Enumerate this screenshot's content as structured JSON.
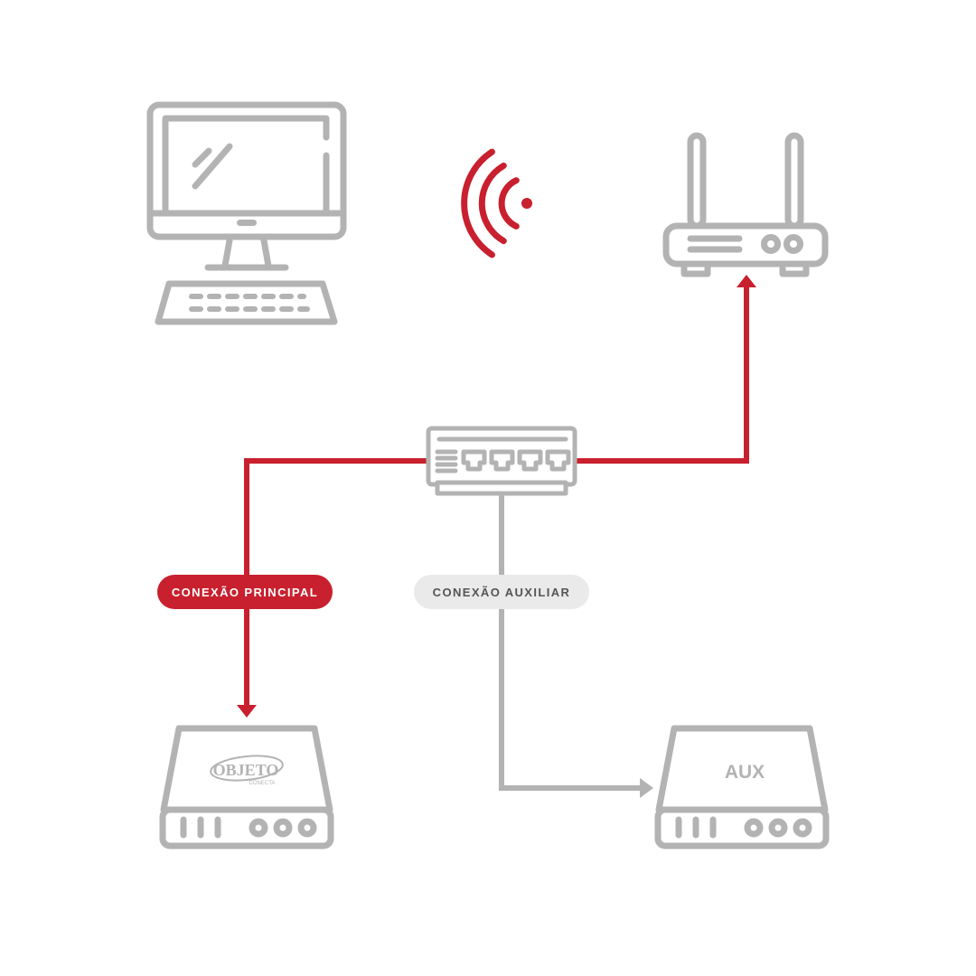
{
  "colors": {
    "gray": "#b3b3b3",
    "red": "#c8202e",
    "badge_gray_bg": "#eaeaea",
    "badge_gray_text": "#555555",
    "white": "#ffffff"
  },
  "labels": {
    "main_connection": "CONEXÃO PRINCIPAL",
    "aux_connection": "CONEXÃO AUXILIAR",
    "aux_device": "AUX",
    "logo_main": "OBJETO",
    "logo_sub": "CONECTA"
  },
  "icons": {
    "computer": "desktop-computer-icon",
    "wifi": "wifi-signal-icon",
    "router": "wifi-router-icon",
    "switch": "network-switch-icon",
    "main_device": "main-device-icon",
    "aux_device": "aux-device-icon"
  }
}
